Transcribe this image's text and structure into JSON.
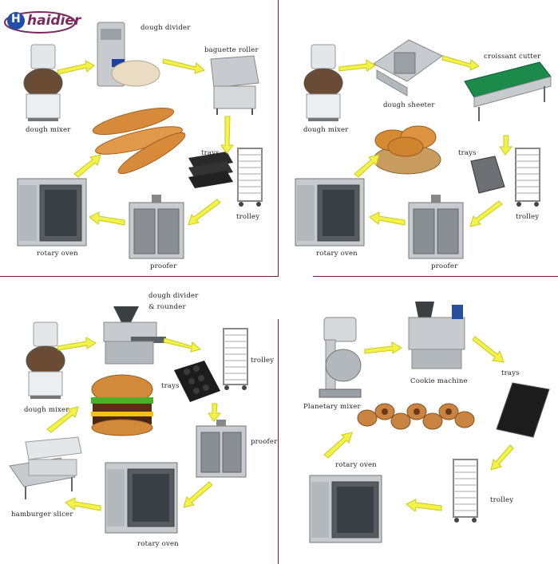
{
  "logo": {
    "text": "haidier",
    "mark": "H"
  },
  "colors": {
    "arrow": "#f2f24a",
    "arrow_stroke": "#c9c91e",
    "steel": "#c7cbd0",
    "divider": "#7a2030",
    "logo": "#7a2a60"
  },
  "panels": {
    "baguette": {
      "labels": [
        "dough divider",
        "baguette roller",
        "dough mixer",
        "trays",
        "trolley",
        "rotary oven",
        "proofer"
      ]
    },
    "croissant": {
      "labels": [
        "croissant cutter",
        "dough sheeter",
        "dough mixer",
        "trays",
        "trolley",
        "rotary oven",
        "proofer"
      ]
    },
    "hamburger": {
      "labels": [
        "dough divider",
        "& rounder",
        "trolley",
        "dough mixer",
        "trays",
        "proofer",
        "hamburger slicer",
        "rotary oven"
      ]
    },
    "cookie": {
      "labels": [
        "Cookie machine",
        "trays",
        "Planetary mixer",
        "rotary oven",
        "trolley"
      ]
    }
  }
}
